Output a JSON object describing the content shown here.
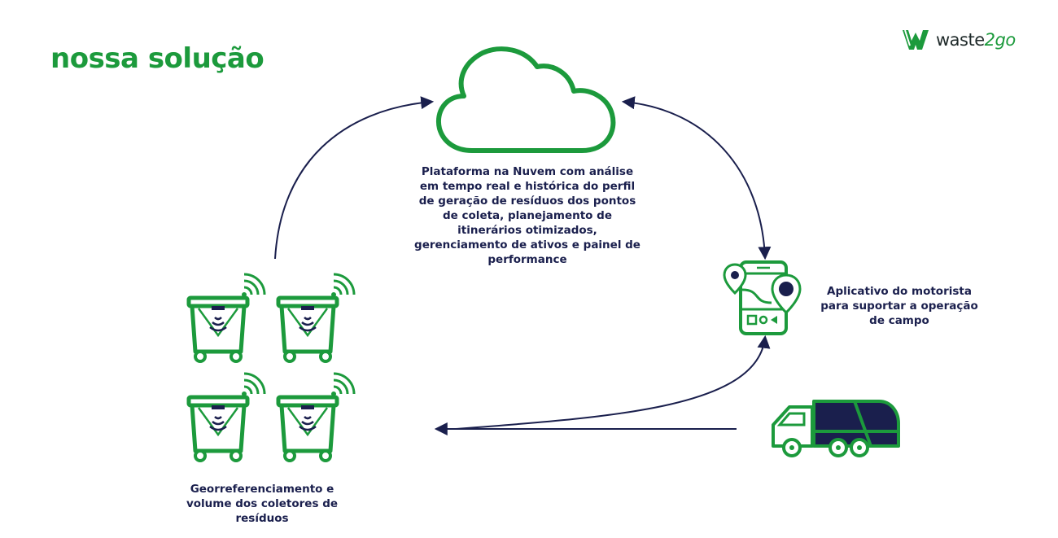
{
  "title": "nossa solução",
  "logo": {
    "main": "waste",
    "sub": "2go"
  },
  "nodes": {
    "cloud": {
      "icon": "cloud-icon",
      "lines": [
        "Plataforma na Nuvem com análise",
        "em tempo real e histórica do perfil",
        "de geração de resíduos dos pontos",
        "de coleta, planejamento de",
        "itinerários otimizados,",
        "gerenciamento de ativos e painel de",
        "performance"
      ]
    },
    "app": {
      "icon": "smartphone-map-icon",
      "lines": [
        "Aplicativo do motorista",
        "para suportar a operação",
        "de campo"
      ]
    },
    "bins": {
      "icon": "waste-bin-sensor-icon",
      "lines": [
        "Georreferenciamento e",
        "volume dos coletores de",
        "resíduos"
      ]
    },
    "truck": {
      "icon": "garbage-truck-icon"
    }
  },
  "colors": {
    "green": "#1c9a3c",
    "navy": "#1a1f4d"
  }
}
